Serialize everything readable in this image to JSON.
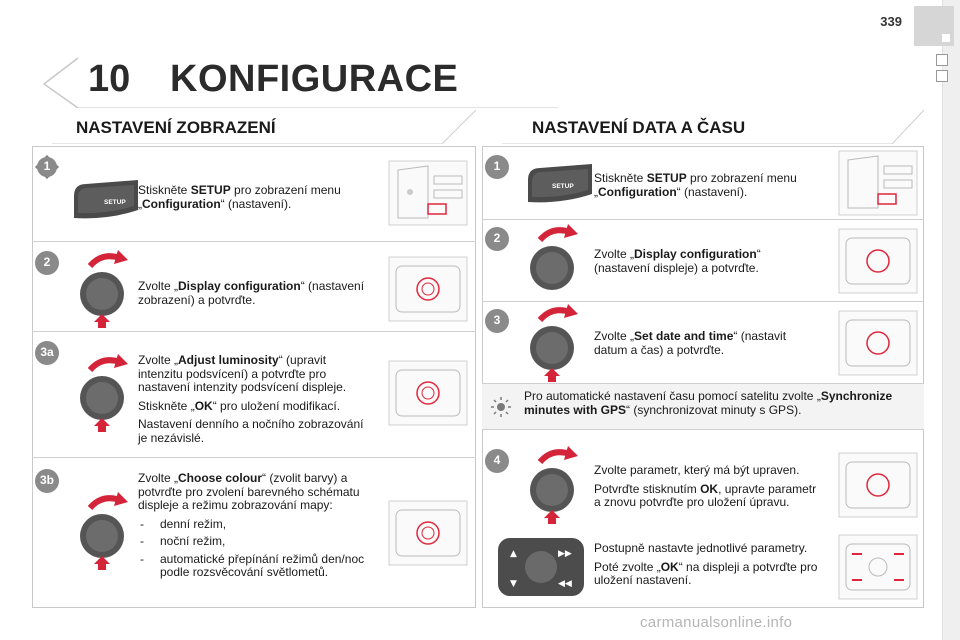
{
  "page_number": "339",
  "chapter": {
    "number": "10",
    "title": "KONFIGURACE"
  },
  "left": {
    "title": "NASTAVENÍ ZOBRAZENÍ",
    "steps": [
      {
        "badge": "1",
        "parts": [
          "Stiskněte ",
          "SETUP",
          " pro zobrazení menu „",
          "Configuration",
          "“ (nastavení)."
        ]
      },
      {
        "badge": "2",
        "parts": [
          "Zvolte „",
          "Display configuration",
          "“ (nastavení zobrazení) a potvrďte."
        ]
      },
      {
        "badge": "3a",
        "p1": [
          "Zvolte „",
          "Adjust luminosity",
          "“ (upravit intenzitu podsvícení) a potvrďte pro nastavení intenzity podsvícení displeje."
        ],
        "p2": [
          "Stiskněte „",
          "OK",
          "“ pro uložení modifikací."
        ],
        "p3": "Nastavení denního a nočního zobrazování je nezávislé."
      },
      {
        "badge": "3b",
        "p1": [
          "Zvolte „",
          "Choose colour",
          "“ (zvolit barvy) a potvrďte pro zvolení barevného schématu displeje a režimu zobrazování mapy:"
        ],
        "items": [
          "denní režim,",
          "noční režim,",
          "automatické přepínání režimů den/noc podle rozsvěcování světlometů."
        ]
      }
    ]
  },
  "right": {
    "title": "NASTAVENÍ DATA A ČASU",
    "steps": [
      {
        "badge": "1",
        "parts": [
          "Stiskněte ",
          "SETUP",
          " pro zobrazení menu „",
          "Configuration",
          "“ (nastavení)."
        ]
      },
      {
        "badge": "2",
        "parts": [
          "Zvolte „",
          "Display configuration",
          "“ (nastavení displeje) a potvrďte."
        ]
      },
      {
        "badge": "3",
        "parts": [
          "Zvolte „",
          "Set date and time",
          "“ (nastavit datum a čas) a potvrďte."
        ]
      },
      {
        "badge": "tip",
        "parts": [
          "Pro automatické nastavení času pomocí satelitu zvolte „",
          "Synchronize minutes with GPS",
          "“ (synchronizovat minuty s GPS)."
        ]
      },
      {
        "badge": "4",
        "p1": "Zvolte parametr, který má být upraven.",
        "p2": [
          "Potvrďte stisknutím ",
          "OK",
          ", upravte parametr a znovu potvrďte pro uložení úpravu."
        ],
        "p3": "Postupně nastavte jednotlivé parametry.",
        "p4": [
          "Poté zvolte „",
          "OK",
          "“ na displeji a potvrďte pro uložení nastavení."
        ]
      }
    ]
  },
  "button_label": "SETUP",
  "watermark": "carmanualsonline.info",
  "colors": {
    "badge": "#7a7a7a",
    "arrow": "#d4243a",
    "knob": "#555555",
    "thumb_accent": "#e0263c"
  }
}
